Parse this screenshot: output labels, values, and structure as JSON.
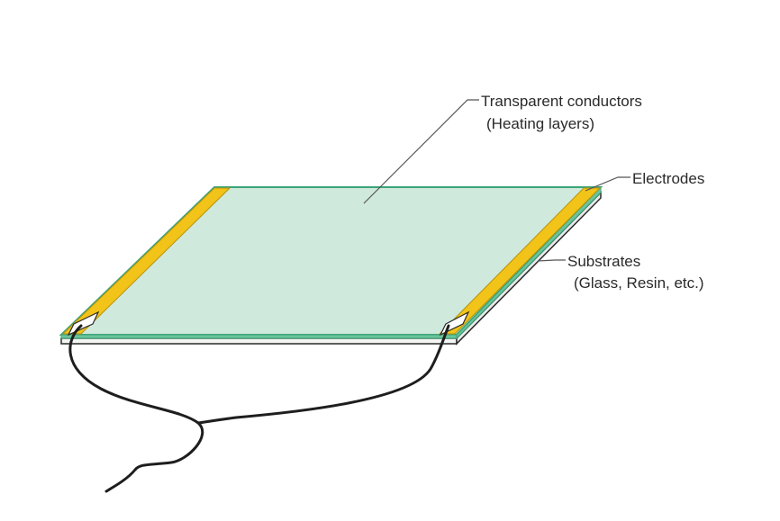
{
  "labels": {
    "transparent_conductors": "Transparent conductors",
    "heating_layers": "(Heating layers)",
    "electrodes": "Electrodes",
    "substrates": "Substrates",
    "substrate_examples": "(Glass, Resin, etc.)"
  },
  "colors": {
    "heating_layer": "#cfe9dc",
    "heating_layer_edge": "#3aa57a",
    "electrode": "#f2c318",
    "electrode_edge": "#b8920c",
    "substrate_side": "#f4f6f4",
    "outline": "#2a2a2a",
    "wire": "#1e1e1e",
    "leader_line": "#555555"
  },
  "components": [
    "transparent-conductor",
    "electrode-left",
    "electrode-right",
    "substrate",
    "wire"
  ]
}
